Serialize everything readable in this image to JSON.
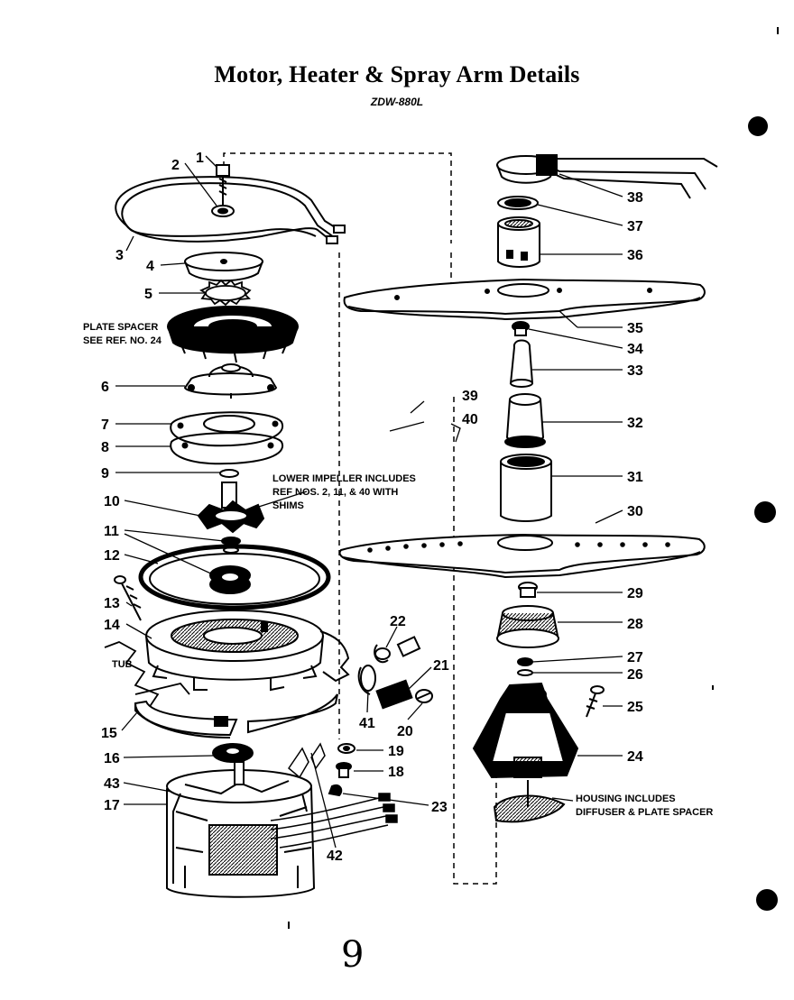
{
  "title": "Motor, Heater & Spray Arm Details",
  "subtitle": "ZDW-880L",
  "page_mark": "9",
  "notes": {
    "plate_spacer_1": "PLATE SPACER",
    "plate_spacer_2": "SEE REF. NO. 24",
    "lower_impeller_1": "LOWER IMPELLER INCLUDES",
    "lower_impeller_2": "REF NOS. 2, 11, & 40 WITH",
    "lower_impeller_3": "SHIMS",
    "tub": "TUB",
    "housing_1": "HOUSING INCLUDES",
    "housing_2": "DIFFUSER & PLATE SPACER"
  },
  "callouts": [
    "1",
    "2",
    "3",
    "4",
    "5",
    "6",
    "7",
    "8",
    "9",
    "10",
    "11",
    "12",
    "13",
    "14",
    "15",
    "16",
    "17",
    "18",
    "19",
    "20",
    "21",
    "22",
    "23",
    "24",
    "25",
    "26",
    "27",
    "28",
    "29",
    "30",
    "31",
    "32",
    "33",
    "34",
    "35",
    "36",
    "37",
    "38",
    "39",
    "40",
    "41",
    "42",
    "43"
  ]
}
